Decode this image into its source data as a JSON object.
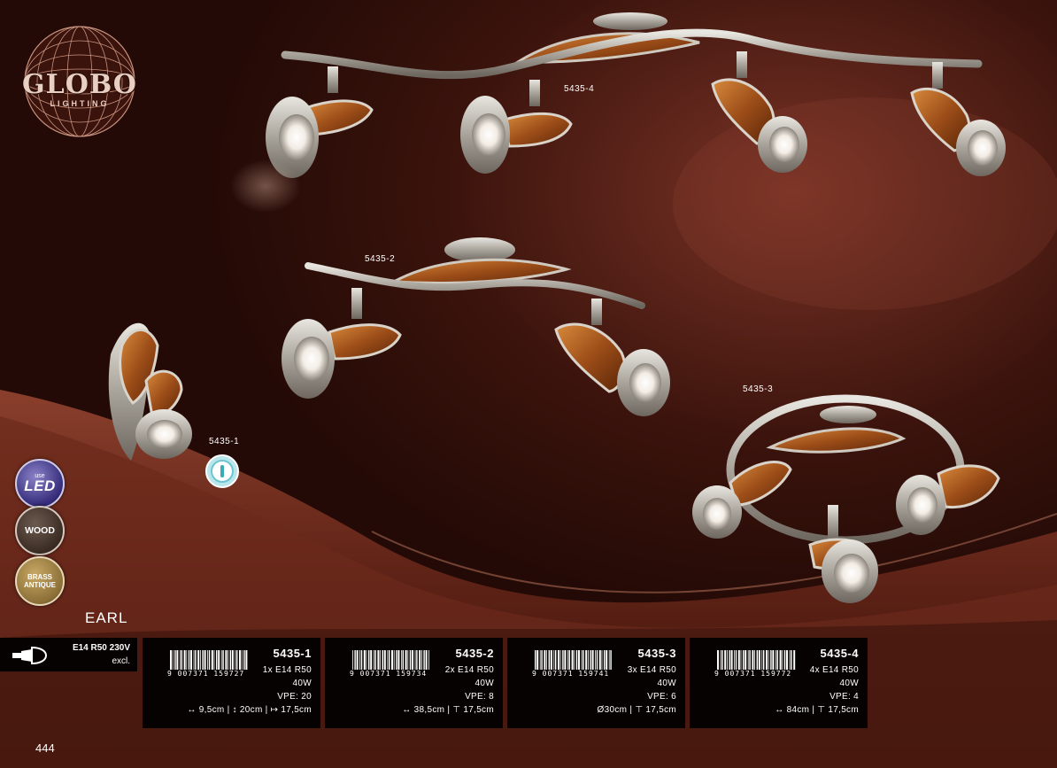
{
  "brand": {
    "name": "GLOBO",
    "sub": "LIGHTING"
  },
  "series": "EARL",
  "page_number": "444",
  "image_labels": {
    "p4": "5435-4",
    "p2": "5435-2",
    "p3": "5435-3",
    "p1": "5435-1"
  },
  "badges": {
    "led_use": "use",
    "led": "LED",
    "wood": "WOOD",
    "brass_line1": "BRASS",
    "brass_line2": "ANTIQUE"
  },
  "bulb": {
    "type": "E14 R50 230V",
    "note": "excl."
  },
  "products": [
    {
      "code": "5435-1",
      "barcode": "9 007371 159727",
      "bulbs": "1x E14 R50",
      "watt": "40W",
      "vpe": "VPE: 20",
      "dims": "↔ 9,5cm | ↕ 20cm | ↦ 17,5cm"
    },
    {
      "code": "5435-2",
      "barcode": "9 007371 159734",
      "bulbs": "2x E14 R50",
      "watt": "40W",
      "vpe": "VPE: 8",
      "dims": "↔ 38,5cm | ⊤ 17,5cm"
    },
    {
      "code": "5435-3",
      "barcode": "9 007371 159741",
      "bulbs": "3x E14 R50",
      "watt": "40W",
      "vpe": "VPE: 6",
      "dims": "Ø30cm | ⊤ 17,5cm"
    },
    {
      "code": "5435-4",
      "barcode": "9 007371 159772",
      "bulbs": "4x E14 R50",
      "watt": "40W",
      "vpe": "VPE: 4",
      "dims": "↔ 84cm | ⊤ 17,5cm"
    }
  ],
  "colors": {
    "background": "#2a0d08",
    "card": "#050201",
    "accent": "#b5652b"
  }
}
